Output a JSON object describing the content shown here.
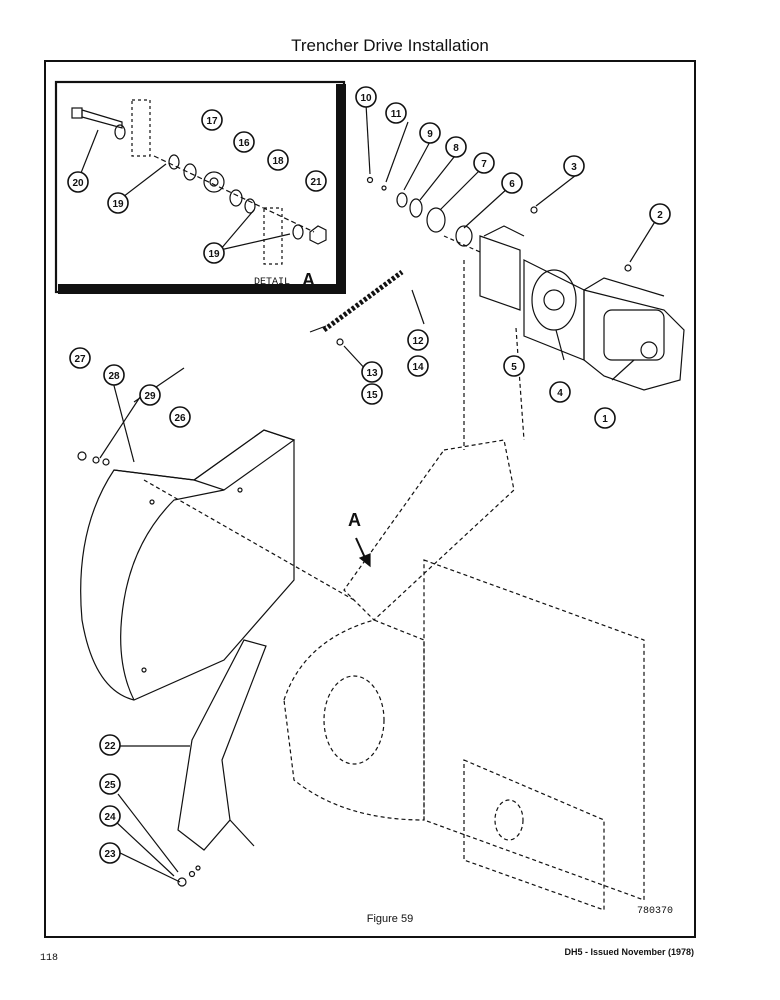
{
  "header": {
    "title": "Trencher Drive Installation"
  },
  "detail": {
    "label": "DETAIL",
    "letter": "A"
  },
  "view_arrow": {
    "letter": "A"
  },
  "callouts": [
    "1",
    "2",
    "3",
    "4",
    "5",
    "6",
    "7",
    "8",
    "9",
    "10",
    "11",
    "12",
    "13",
    "14",
    "15",
    "16",
    "17",
    "18",
    "19",
    "20",
    "21",
    "22",
    "23",
    "24",
    "25",
    "26",
    "27",
    "28",
    "29"
  ],
  "figure": {
    "caption": "Figure 59",
    "number": "780370"
  },
  "footer": {
    "page_number": "118",
    "issue": "DH5 - Issued November (1978)"
  },
  "colors": {
    "ink": "#111111",
    "paper": "#ffffff"
  }
}
